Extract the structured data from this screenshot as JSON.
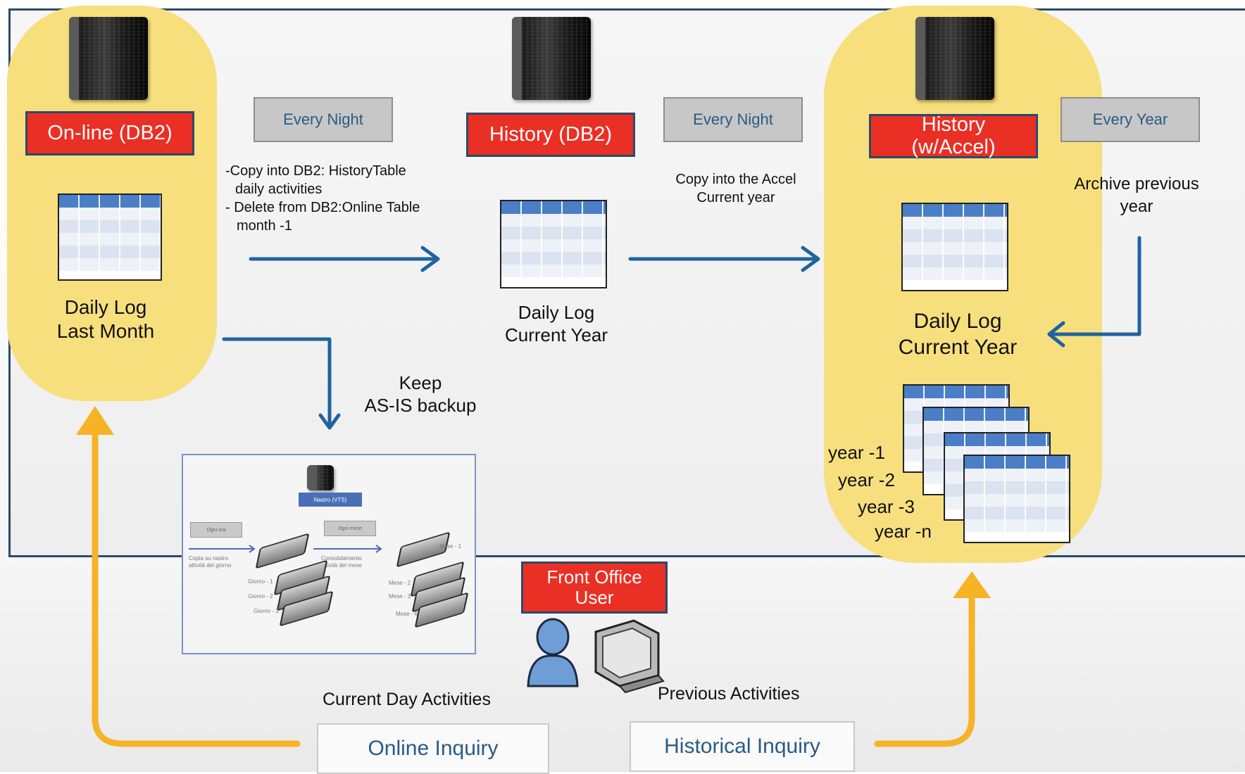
{
  "title": "",
  "nodes": {
    "online": {
      "label": "On-line (DB2)",
      "table_caption_1": "Daily Log",
      "table_caption_2": "Last Month"
    },
    "history_db2": {
      "label": "History (DB2)",
      "table_caption_1": "Daily Log",
      "table_caption_2": "Current Year"
    },
    "history_accel": {
      "label_1": "History",
      "label_2": "(w/Accel)",
      "table_caption_1": "Daily Log",
      "table_caption_2": "Current Year",
      "archive_labels": [
        "year -1",
        "year -2",
        "year -3",
        "year -n"
      ]
    },
    "front_office": {
      "label_1": "Front Office",
      "label_2": "User"
    }
  },
  "schedules": {
    "night_1": "Every Night",
    "night_2": "Every Night",
    "year": "Every Year"
  },
  "flows": {
    "copy_online_to_history": [
      "-Copy into DB2: HistoryTable",
      "daily activities",
      "- Delete  from DB2:Online Table",
      "month -1"
    ],
    "copy_to_accel": [
      "Copy into the Accel",
      "Current year"
    ],
    "archive": [
      "Archive previous",
      "year"
    ],
    "backup": [
      "Keep",
      "AS-IS backup"
    ]
  },
  "inquiries": {
    "online": {
      "label": "Online Inquiry",
      "caption": "Current Day Activities"
    },
    "historical": {
      "label": "Historical Inquiry",
      "caption": "Previous Activities"
    }
  },
  "thumbnail": {
    "server_label": "Nastro (VTS)",
    "box_1": "Ogni ora",
    "box_2": "Ogni mese",
    "text_1": [
      "Copia su nastro",
      "attività del giorno"
    ],
    "text_2": [
      "Consolidamento",
      "attività del mese"
    ],
    "disk_labels_left": [
      "Giorno - 1",
      "Giorno - 2",
      "Giorno - 3"
    ],
    "disk_labels_right": [
      "Mese - 1",
      "Mese - 2",
      "Mese - 3",
      "Mese - 6"
    ]
  },
  "colors": {
    "panel_border": "#2a4b6b",
    "zone": "#f7df7e",
    "red_box": "#ea2f25",
    "arrow_blue": "#1f63a0",
    "arrow_yellow": "#f5b325"
  }
}
